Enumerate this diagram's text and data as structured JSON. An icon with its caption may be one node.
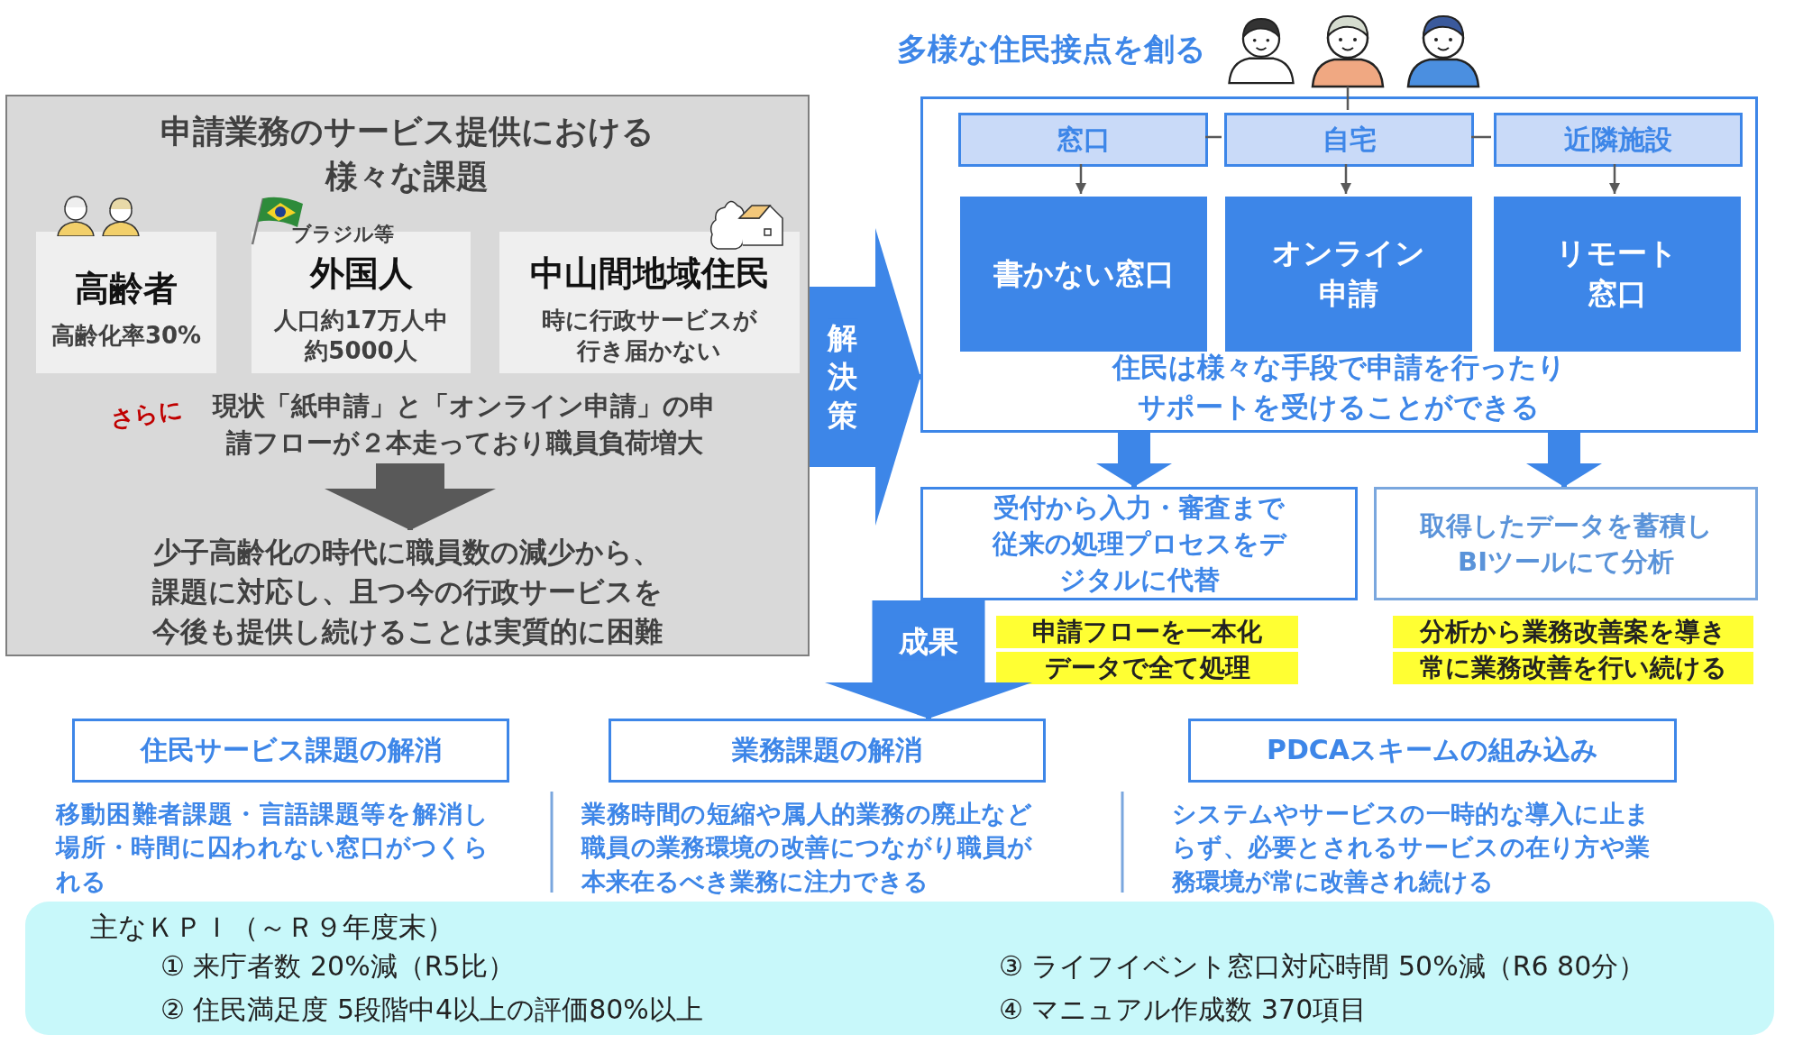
{
  "diagram": {
    "nodes": [
      {
        "text": [
          "申請業務のサービス提供における様々な課題"
        ]
      },
      {
        "text": [
          "高齢者",
          "高齢化率30%"
        ],
        "in": 0
      },
      {
        "text": [
          "ブラジル等",
          "外国人",
          "人口約17万人中約5000人"
        ],
        "in": 0
      },
      {
        "text": [
          "中山間地域住民",
          "時に行政サービスが行き届かない"
        ],
        "in": 0
      },
      {
        "text": [
          "さらに",
          "現状「紙申請」と「オンライン申請」の申請フローが２本走っており職員負荷増大"
        ],
        "in": 0
      },
      {
        "text": [
          "少子高齢化の時代に職員数の減少から、課題に対応し、且つ今の行政サービスを今後も提供し続けることは実質的に困難"
        ],
        "in": 0
      },
      {
        "text": [],
        "shape": "person"
      },
      {
        "text": [],
        "shape": "person"
      },
      {
        "text": [],
        "shape": "person"
      },
      {
        "text": [
          "住民は様々な手段で申請を行ったりサポートを受けることができる"
        ]
      },
      {
        "text": [
          "窓口"
        ],
        "in": 9
      },
      {
        "text": [
          "自宅"
        ],
        "in": 9
      },
      {
        "text": [
          "近隣施設"
        ],
        "in": 9
      },
      {
        "text": [
          "書かない窓口"
        ],
        "in": 9
      },
      {
        "text": [
          "オンライン申請"
        ],
        "in": 9
      },
      {
        "text": [
          "リモート窓口"
        ],
        "in": 9
      },
      {
        "text": [
          "受付から入力・審査まで従来の処理プロセスをデジタルに代替"
        ],
        "beside": [
          "申請フローを一本化",
          "データで全て処理"
        ]
      },
      {
        "text": [
          "取得したデータを蓄積しBIツールにて分析"
        ],
        "beside": [
          "分析から業務改善案を導き",
          "常に業務改善を行い続ける"
        ]
      },
      {
        "text": [
          "住民サービス課題の解消"
        ],
        "beside": [
          "移動困難者課題・言語課題等を解消し場所・時間に囚われない窓口がつくられる"
        ]
      },
      {
        "text": [
          "業務課題の解消"
        ],
        "beside": [
          "業務時間の短縮や属人的業務の廃止など職員の業務環境の改善につながり職員が本来在るべき業務に注力できる"
        ]
      },
      {
        "text": [
          "PDCAスキームの組み込み"
        ],
        "beside": [
          "システムやサービスの一時的な導入に止まらず、必要とされるサービスの在り方や業務環境が常に改善され続ける"
        ]
      },
      {
        "text": [
          "主なＫＰＩ（～Ｒ９年度末）",
          "① 来庁者数 20%減（R5比）",
          "② 住民満足度 5段階中4以上の評価80%以上",
          "③ ライフイベント窓口対応時間 50%減（R6 80分）",
          "④ マニュアル作成数 370項目"
        ]
      }
    ],
    "edges": [
      {
        "from": 4,
        "to": 5,
        "arrow": "to",
        "style": "thick"
      },
      {
        "from": 0,
        "to": 9,
        "arrow": "to",
        "label": "解決策",
        "style": "thick",
        "color": "#3d86e8"
      },
      {
        "from": 7,
        "to": 11,
        "arrow": "none"
      },
      {
        "from": 10,
        "to": 11,
        "arrow": "none"
      },
      {
        "from": 11,
        "to": 12,
        "arrow": "none"
      },
      {
        "from": 10,
        "to": 13,
        "arrow": "to"
      },
      {
        "from": 11,
        "to": 14,
        "arrow": "to"
      },
      {
        "from": 12,
        "to": 15,
        "arrow": "to"
      },
      {
        "from": 9,
        "to": 16,
        "arrow": "to",
        "style": "thick",
        "color": "#3d86e8"
      },
      {
        "from": 9,
        "to": 17,
        "arrow": "to",
        "style": "thick",
        "color": "#3d86e8"
      },
      {
        "from": 16,
        "to": 19,
        "arrow": "to",
        "label": "成果",
        "style": "thick",
        "color": "#3d86e8"
      }
    ],
    "labels": [
      "多様な住民接点を創る"
    ]
  }
}
